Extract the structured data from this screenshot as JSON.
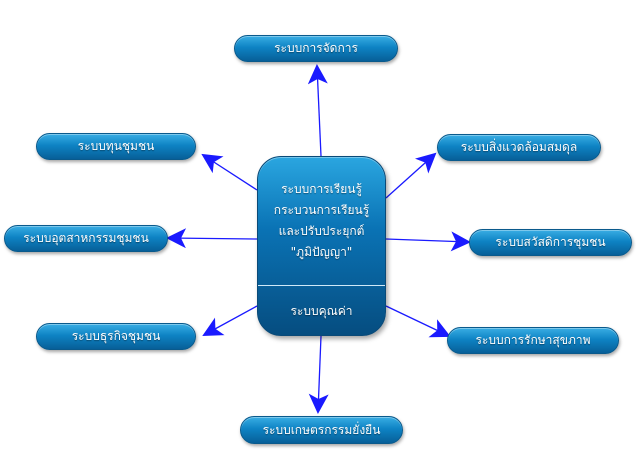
{
  "center": {
    "lines": [
      "ระบบการเรียนรู้",
      "กระบวนการเรียนรู้",
      "และปรับประยุกต์",
      "\"ภูมิปัญญา\""
    ],
    "bottom_label": "ระบบคุณค่า"
  },
  "nodes": {
    "top": "ระบบการจัดการ",
    "upper_left": "ระบบทุนชุมชน",
    "upper_right": "ระบบสิ่งแวดล้อมสมดุล",
    "left": "ระบบอุตสาหกรรมชุมชน",
    "right": "ระบบสวัสดิการชุมชน",
    "lower_left": "ระบบธุรกิจชุมชน",
    "lower_right": "ระบบการรักษาสุขภาพ",
    "bottom": "ระบบเกษตรกรรมยั่งยืน"
  },
  "colors": {
    "arrow": "#1a1aff",
    "node_fill": "#0e83c4"
  }
}
